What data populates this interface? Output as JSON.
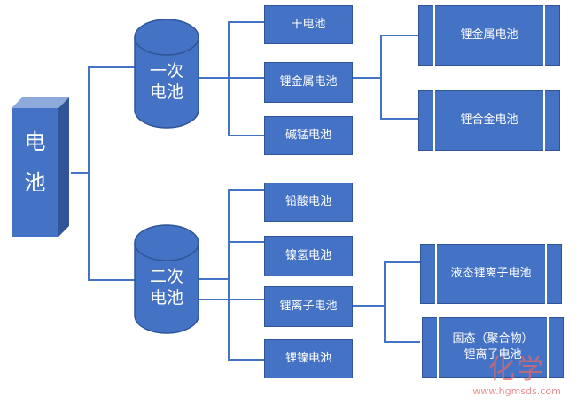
{
  "root": {
    "chars": [
      "电",
      "池"
    ]
  },
  "primary": {
    "lines": [
      "一次",
      "电池"
    ]
  },
  "secondary": {
    "lines": [
      "二次",
      "电池"
    ]
  },
  "primary_items": [
    "干电池",
    "锂金属电池",
    "碱锰电池"
  ],
  "lithium_metal_types": [
    "锂金属电池",
    "锂合金电池"
  ],
  "secondary_items": [
    "铅酸电池",
    "镍氢电池",
    "锂离子电池",
    "锂镍电池"
  ],
  "liion_types": {
    "liquid": "液态锂离子电池",
    "solid_line1": "固态（聚合物）",
    "solid_line2": "锂离子电池"
  },
  "watermark": {
    "main": "化学",
    "url": "www.hgmsds.com"
  },
  "colors": {
    "box_fill": "#4472c4",
    "box_border": "#2f5597",
    "connector": "#4472c4"
  }
}
